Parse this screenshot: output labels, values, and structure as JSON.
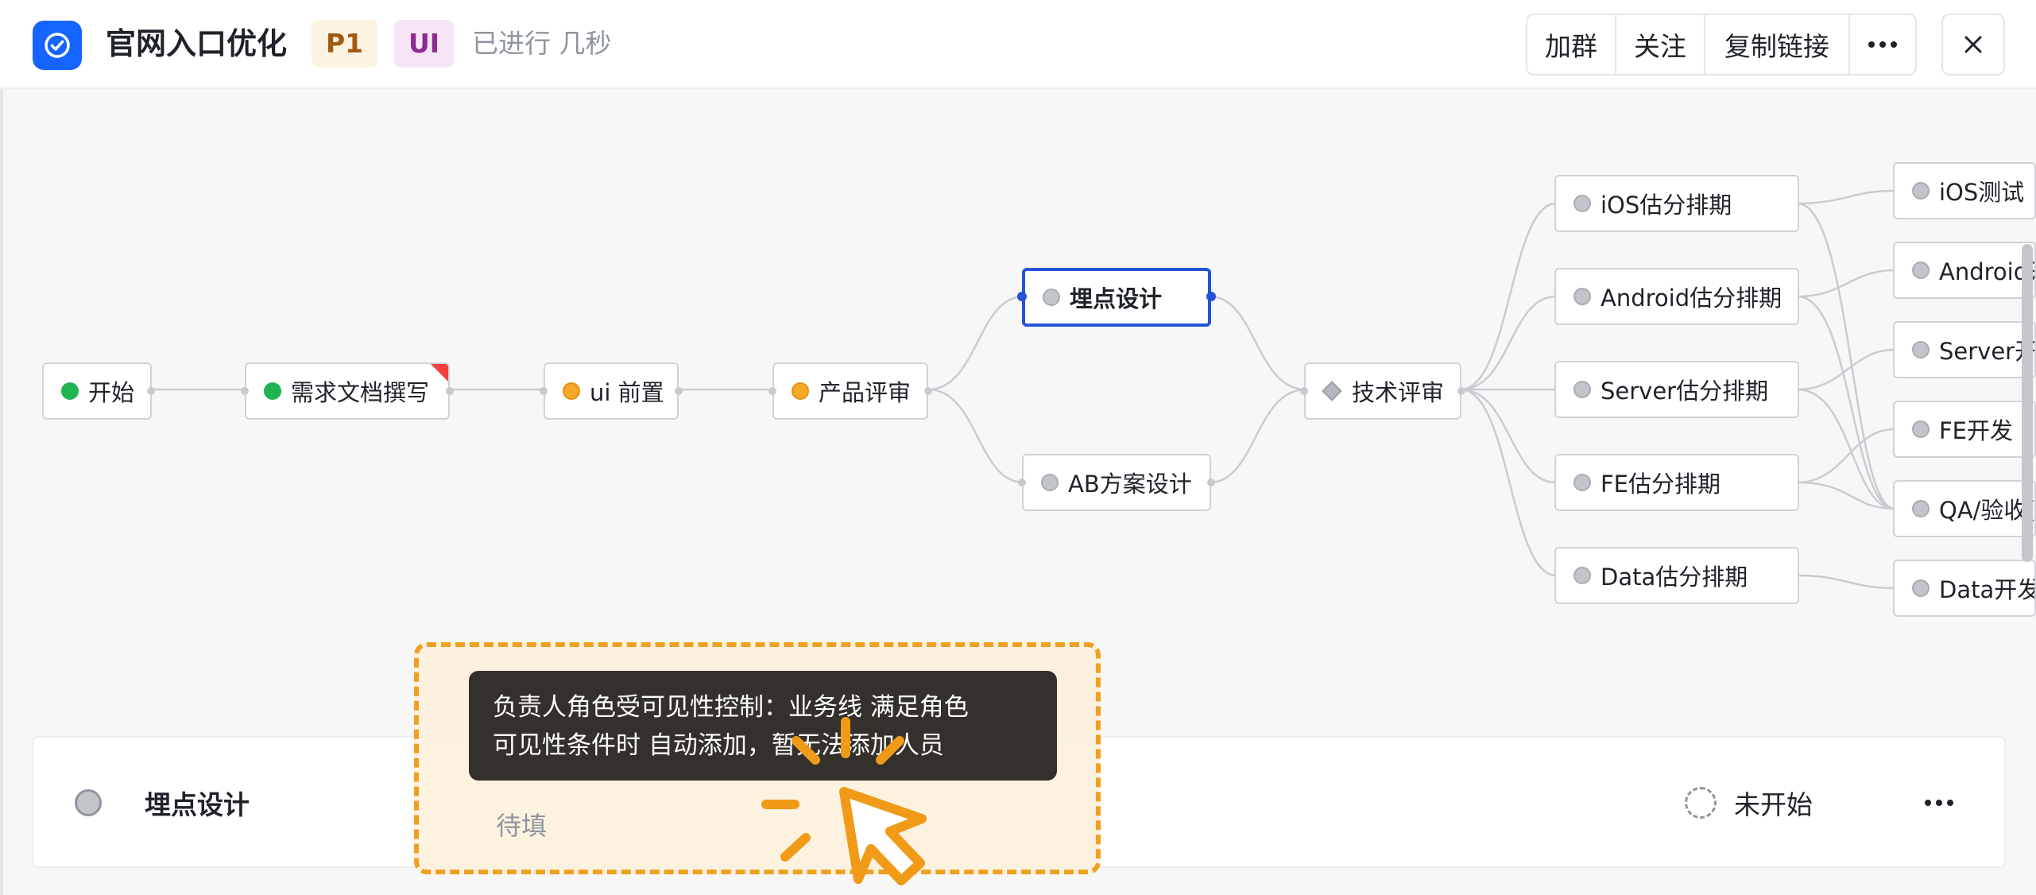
{
  "header": {
    "title": "官网入口优化",
    "priority_tag": "P1",
    "type_tag": "UI",
    "elapsed": "已进行 几秒",
    "actions": {
      "join_group": "加群",
      "follow": "关注",
      "copy_link": "复制链接"
    },
    "icons": {
      "app": "check-circle-icon",
      "more": "more-icon",
      "close": "close-icon"
    }
  },
  "flow": {
    "nodes": [
      {
        "id": "start",
        "label": "开始",
        "status": "done"
      },
      {
        "id": "requirements",
        "label": "需求文档撰写",
        "status": "done",
        "flagged": true
      },
      {
        "id": "ui-prep",
        "label": "ui 前置",
        "status": "in-progress"
      },
      {
        "id": "product-review",
        "label": "产品评审",
        "status": "in-progress"
      },
      {
        "id": "tracking-design",
        "label": "埋点设计",
        "status": "not-started",
        "selected": true
      },
      {
        "id": "ab-design",
        "label": "AB方案设计",
        "status": "not-started"
      },
      {
        "id": "tech-review",
        "label": "技术评审",
        "status": "gateway"
      },
      {
        "id": "ios-estimate",
        "label": "iOS估分排期",
        "status": "not-started"
      },
      {
        "id": "android-estimate",
        "label": "Android估分排期",
        "status": "not-started"
      },
      {
        "id": "server-estimate",
        "label": "Server估分排期",
        "status": "not-started"
      },
      {
        "id": "fe-estimate",
        "label": "FE估分排期",
        "status": "not-started"
      },
      {
        "id": "data-estimate",
        "label": "Data估分排期",
        "status": "not-started"
      },
      {
        "id": "ios-test",
        "label": "iOS测试",
        "status": "not-started"
      },
      {
        "id": "android-dev",
        "label": "Android开",
        "status": "not-started"
      },
      {
        "id": "server-dev",
        "label": "Server开",
        "status": "not-started"
      },
      {
        "id": "fe-dev",
        "label": "FE开发",
        "status": "not-started"
      },
      {
        "id": "qa-accept",
        "label": "QA/验收(",
        "status": "not-started"
      },
      {
        "id": "data-dev",
        "label": "Data开发",
        "status": "not-started"
      }
    ],
    "colors": {
      "done": "#1fb451",
      "in_progress": "#f8a829",
      "not_started": "#c2c5ca",
      "selected_border": "#2453d6",
      "flag": "#f53f3f"
    }
  },
  "detail_panel": {
    "node_title": "埋点设计",
    "assignee_placeholder": "待填",
    "status": "未开始"
  },
  "tooltip": {
    "line1": "负责人角色受可见性控制：业务线 满足角色",
    "line2": "可见性条件时 自动添加，暂无法添加人员"
  },
  "highlight_color": "#f0a020"
}
